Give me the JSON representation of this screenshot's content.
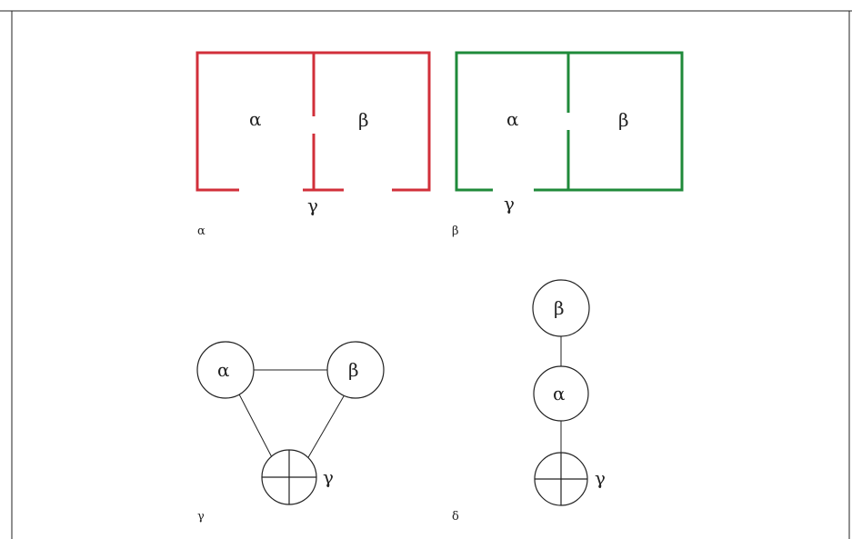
{
  "panels": {
    "a": {
      "label": "α",
      "rooms": [
        "α",
        "β"
      ],
      "exterior": "γ",
      "color": "#d12f3a"
    },
    "b": {
      "label": "β",
      "rooms": [
        "α",
        "β"
      ],
      "exterior": "γ",
      "color": "#1f8a3a"
    },
    "c": {
      "label": "γ",
      "nodes": [
        "α",
        "β"
      ],
      "exterior_node": "γ",
      "edges": [
        [
          "α",
          "β"
        ],
        [
          "α",
          "γ"
        ],
        [
          "β",
          "γ"
        ]
      ]
    },
    "d": {
      "label": "δ",
      "nodes": [
        "β",
        "α"
      ],
      "exterior_node": "γ",
      "edges": [
        [
          "β",
          "α"
        ],
        [
          "α",
          "γ"
        ]
      ]
    }
  }
}
